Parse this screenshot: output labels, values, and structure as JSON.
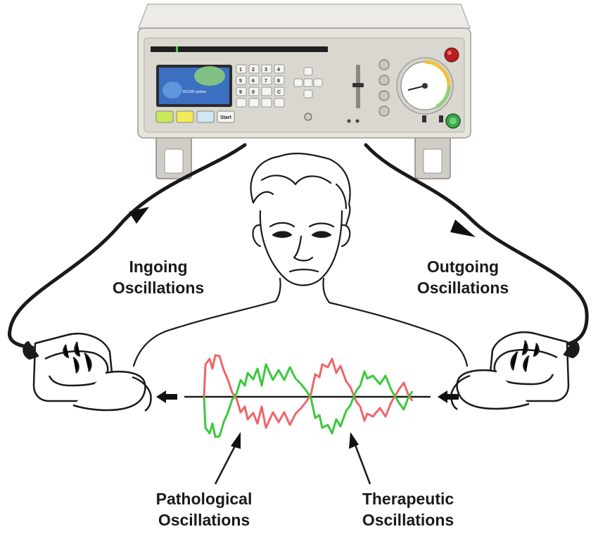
{
  "labels": {
    "ingoing": [
      "Ingoing",
      "Oscillations"
    ],
    "outgoing": [
      "Outgoing",
      "Oscillations"
    ],
    "pathological": [
      "Pathological",
      "Oscillations"
    ],
    "therapeutic": [
      "Therapeutic",
      "Oscillations"
    ]
  },
  "device": {
    "brand": "BICOM optima",
    "start_button": "Start",
    "keypad": [
      "1",
      "2",
      "3",
      "4",
      "5",
      "6",
      "7",
      "8",
      "9",
      "0",
      "",
      "C"
    ]
  },
  "colors": {
    "pathological_wave": "#f0646a",
    "therapeutic_wave": "#3cc83c",
    "cable": "#1a1a1a",
    "device_body": "#e6e4dc",
    "screen": "#3b6fc2"
  }
}
